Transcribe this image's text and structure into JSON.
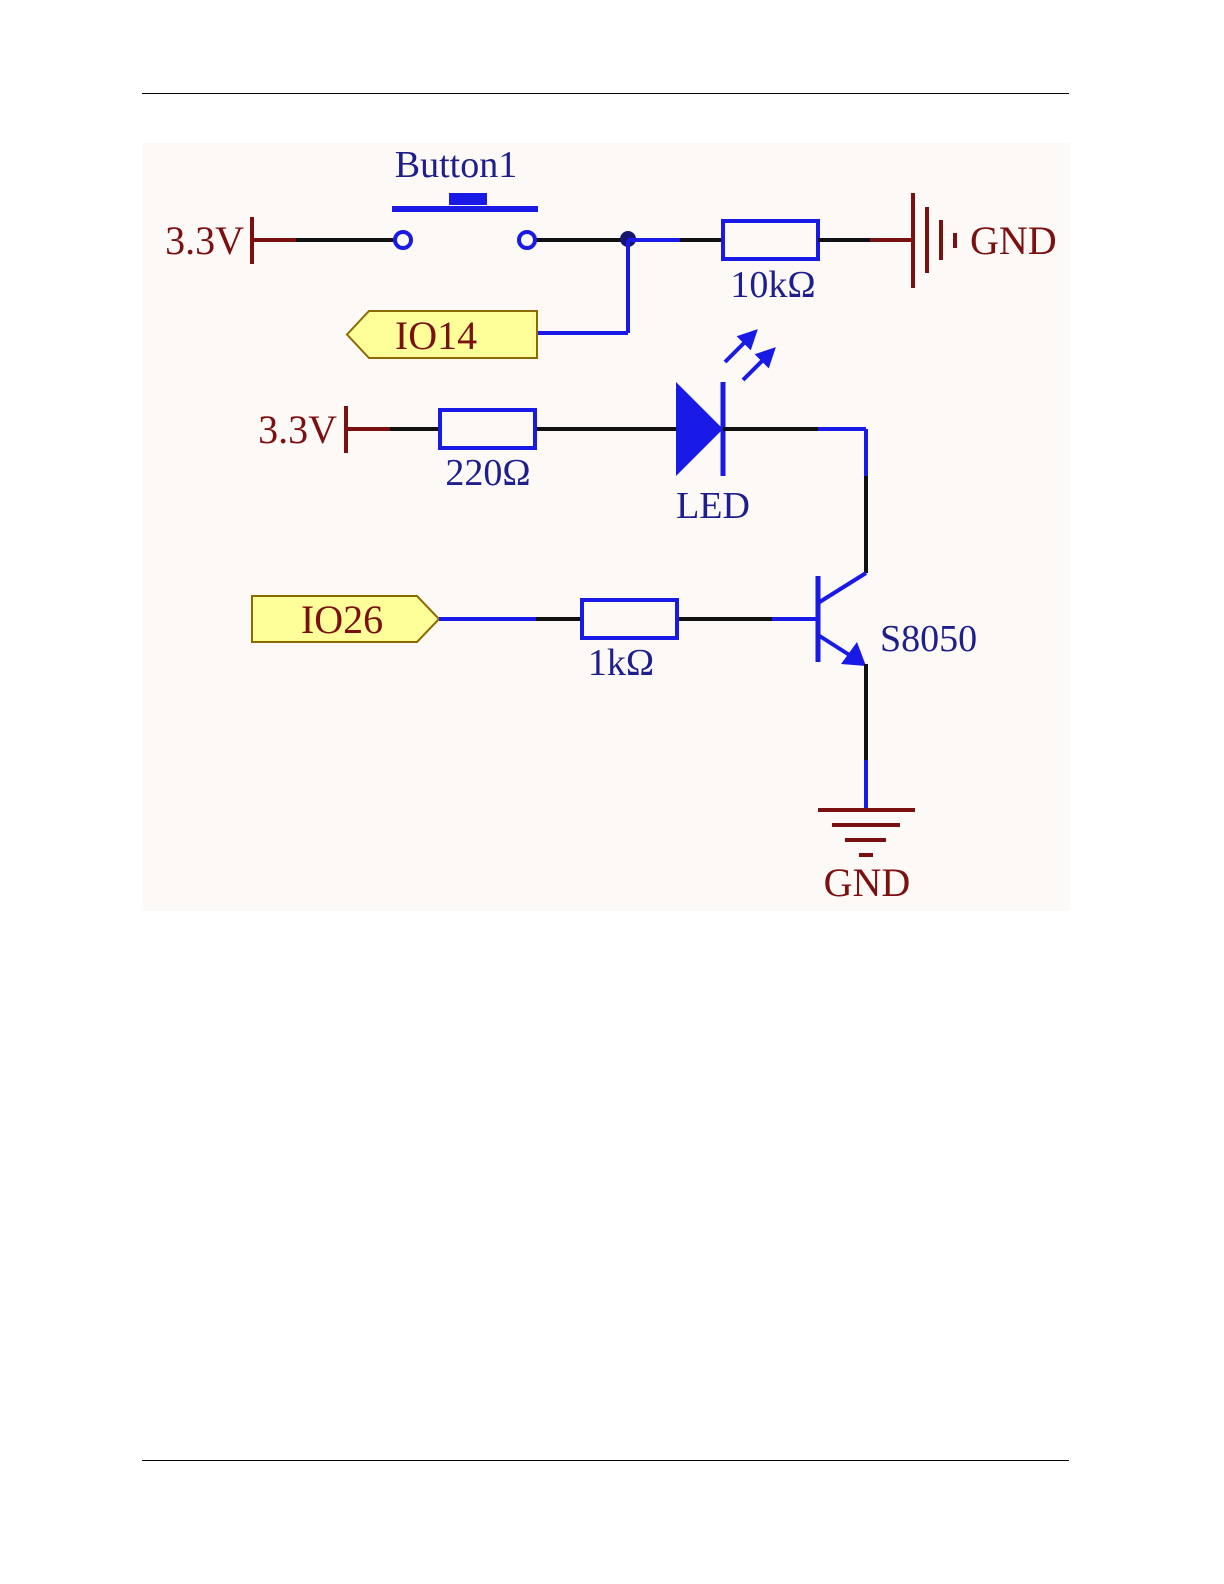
{
  "colors": {
    "background": "#FDF9F6",
    "wire": "#111111",
    "component": "#1A1AE6",
    "power": "#7A1010",
    "port_fill": "#FFFF99",
    "port_stroke": "#8C6A00",
    "label_text": "#1E1E8C"
  },
  "labels": {
    "button": "Button1",
    "vcc_top": "3.3V",
    "gnd_top": "GND",
    "r_pulldown": "10kΩ",
    "port_io14": "IO14",
    "vcc_led": "3.3V",
    "r_led": "220Ω",
    "led": "LED",
    "port_io26": "IO26",
    "r_base": "1kΩ",
    "transistor": "S8050",
    "gnd_bottom": "GND"
  }
}
